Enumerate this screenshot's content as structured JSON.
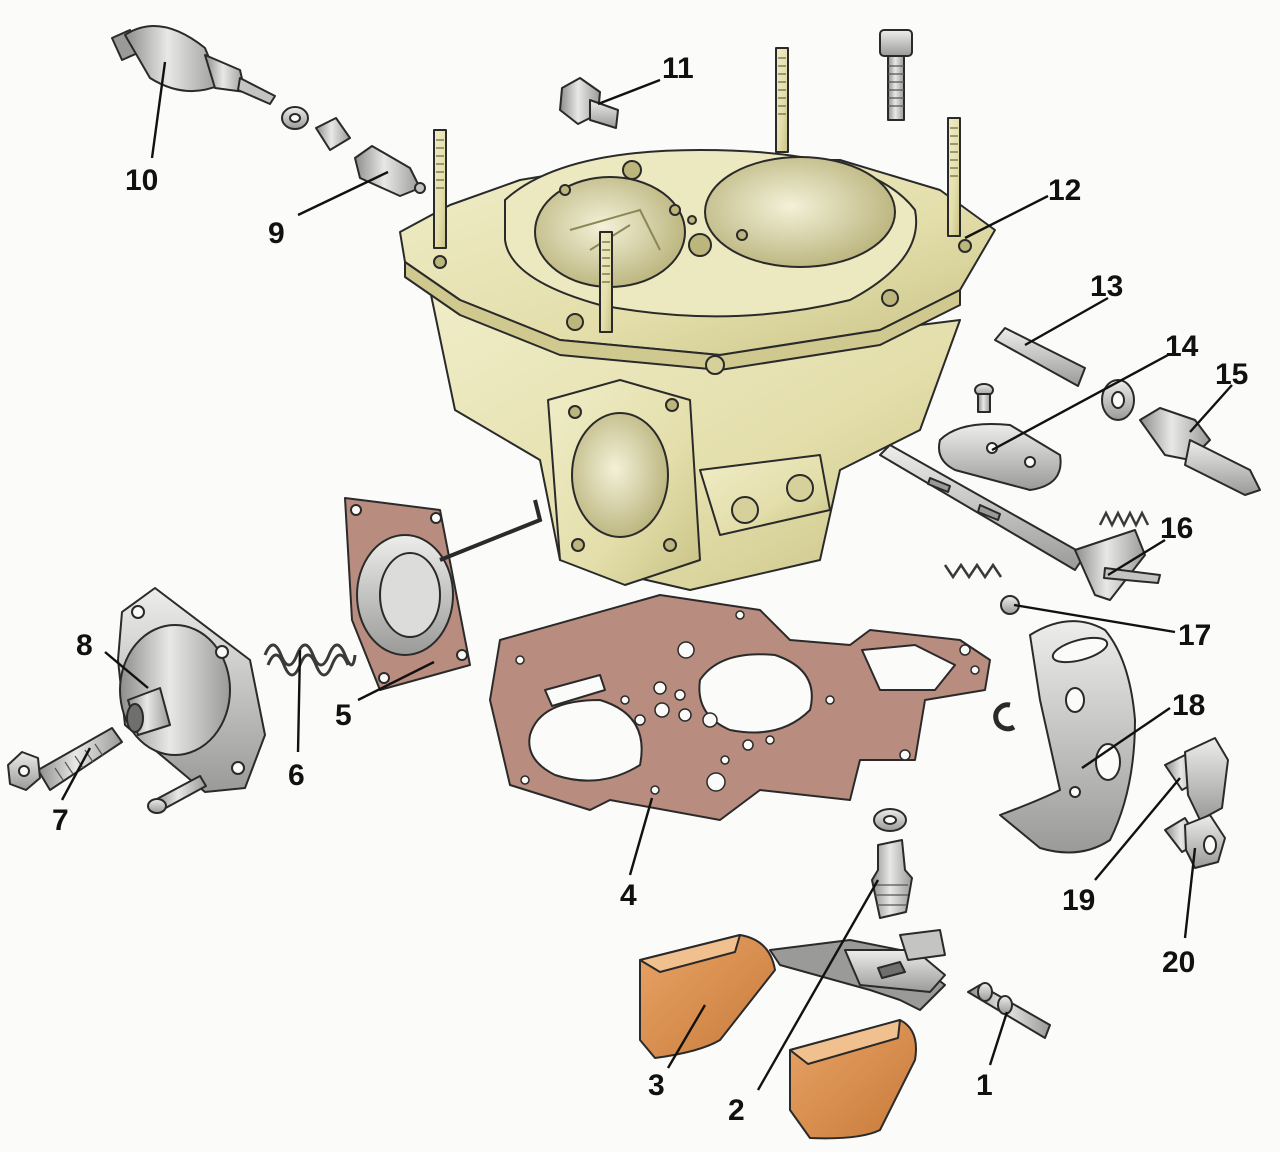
{
  "colors": {
    "body": "#e6e2b2",
    "body_shadow": "#c9c48a",
    "gasket": "#b88d7f",
    "metal": "#c9c9c7",
    "metal_dark": "#8e8e8c",
    "float": "#d98d4c",
    "background": "#fbfbf9"
  },
  "callouts": [
    {
      "id": "1",
      "text": "1",
      "part": "needle-screw"
    },
    {
      "id": "2",
      "text": "2",
      "part": "needle-valve"
    },
    {
      "id": "3",
      "text": "3",
      "part": "float"
    },
    {
      "id": "4",
      "text": "4",
      "part": "body-gasket"
    },
    {
      "id": "5",
      "text": "5",
      "part": "diaphragm"
    },
    {
      "id": "6",
      "text": "6",
      "part": "diaphragm-spring"
    },
    {
      "id": "7",
      "text": "7",
      "part": "adjusting-screw"
    },
    {
      "id": "8",
      "text": "8",
      "part": "diaphragm-cover"
    },
    {
      "id": "9",
      "text": "9",
      "part": "jet"
    },
    {
      "id": "10",
      "text": "10",
      "part": "solenoid-valve"
    },
    {
      "id": "11",
      "text": "11",
      "part": "plug"
    },
    {
      "id": "12",
      "text": "12",
      "part": "carburetor-cover"
    },
    {
      "id": "13",
      "text": "13",
      "part": "pin"
    },
    {
      "id": "14",
      "text": "14",
      "part": "choke-plate"
    },
    {
      "id": "15",
      "text": "15",
      "part": "fuel-inlet-fitting"
    },
    {
      "id": "16",
      "text": "16",
      "part": "choke-shaft"
    },
    {
      "id": "17",
      "text": "17",
      "part": "ball"
    },
    {
      "id": "18",
      "text": "18",
      "part": "lever"
    },
    {
      "id": "19",
      "text": "19",
      "part": "bolt"
    },
    {
      "id": "20",
      "text": "20",
      "part": "filter-plug"
    }
  ]
}
